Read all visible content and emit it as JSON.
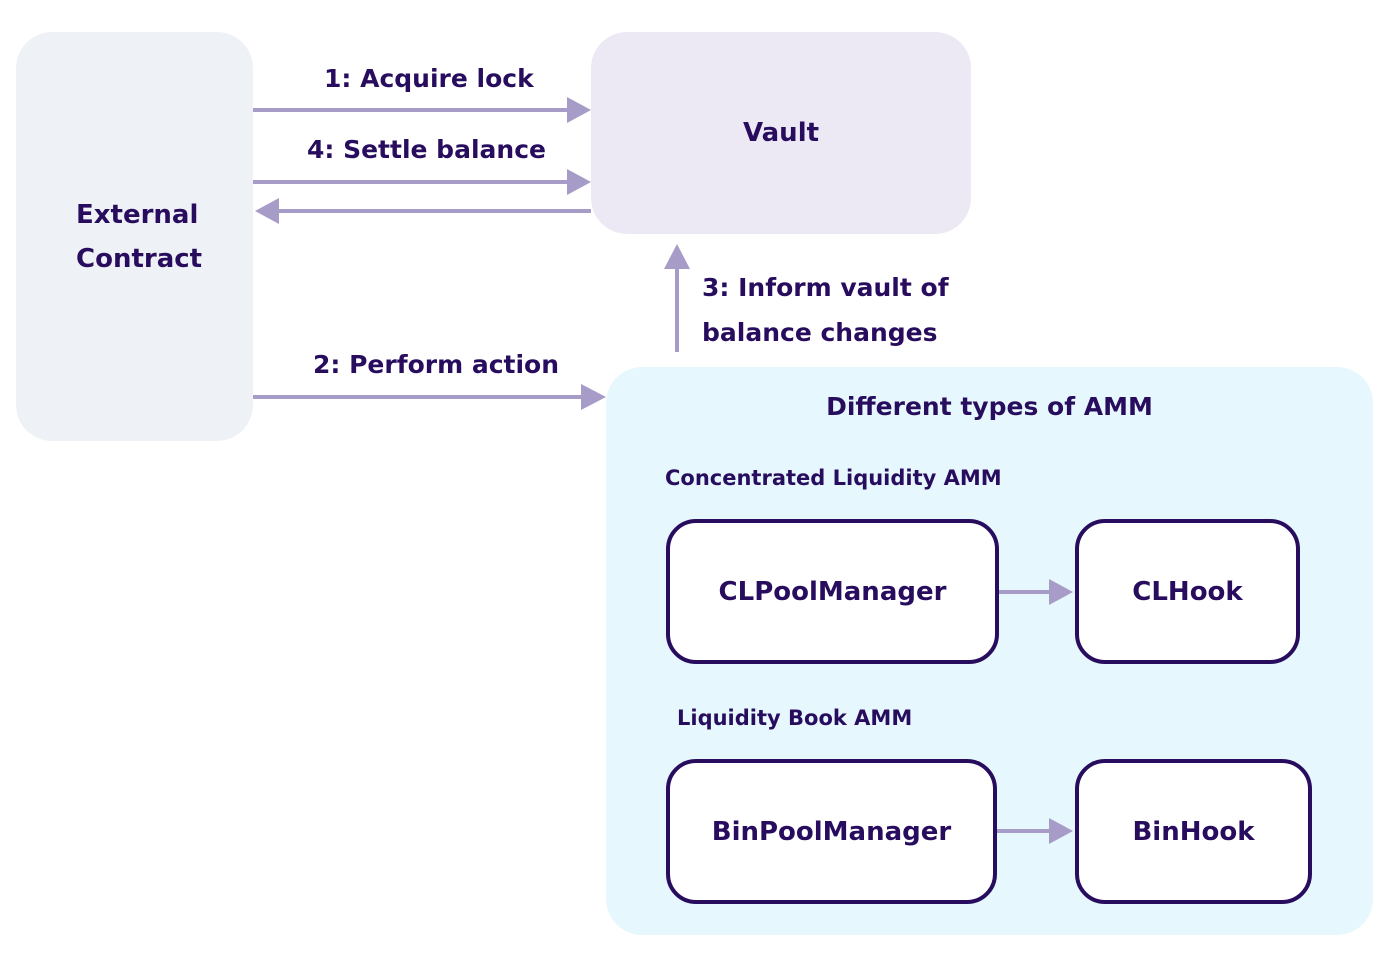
{
  "external": {
    "line1": "External",
    "line2": "Contract"
  },
  "vault": {
    "label": "Vault"
  },
  "arrows": {
    "acquire_lock": "1: Acquire lock",
    "settle_balance": "4:  Settle balance",
    "perform_action": "2: Perform action",
    "inform_line1": "3: Inform vault of",
    "inform_line2": "balance changes"
  },
  "amm": {
    "title": "Different types of AMM",
    "cl_section": "Concentrated Liquidity AMM",
    "lb_section": "Liquidity Book AMM",
    "cl_pool_manager": "CLPoolManager",
    "cl_hook": "CLHook",
    "bin_pool_manager": "BinPoolManager",
    "bin_hook": "BinHook"
  },
  "colors": {
    "text": "#280d5f",
    "arrow": "#a79bc7",
    "external_bg": "#eef1f6",
    "vault_bg": "#ece9f4",
    "amm_bg": "#e6f8fd"
  }
}
